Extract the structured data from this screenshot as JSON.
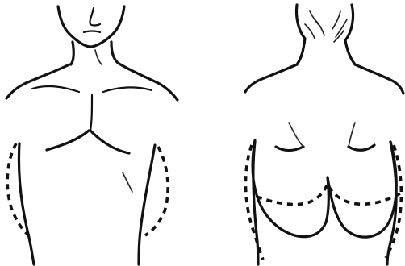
{
  "figure": {
    "views": [
      {
        "id": "front",
        "icon": "male-torso-front-icon"
      },
      {
        "id": "back",
        "icon": "female-torso-back-icon"
      }
    ],
    "marking_style": "dashed-line",
    "ink_color": "#111111",
    "background_color": "#ffffff"
  }
}
